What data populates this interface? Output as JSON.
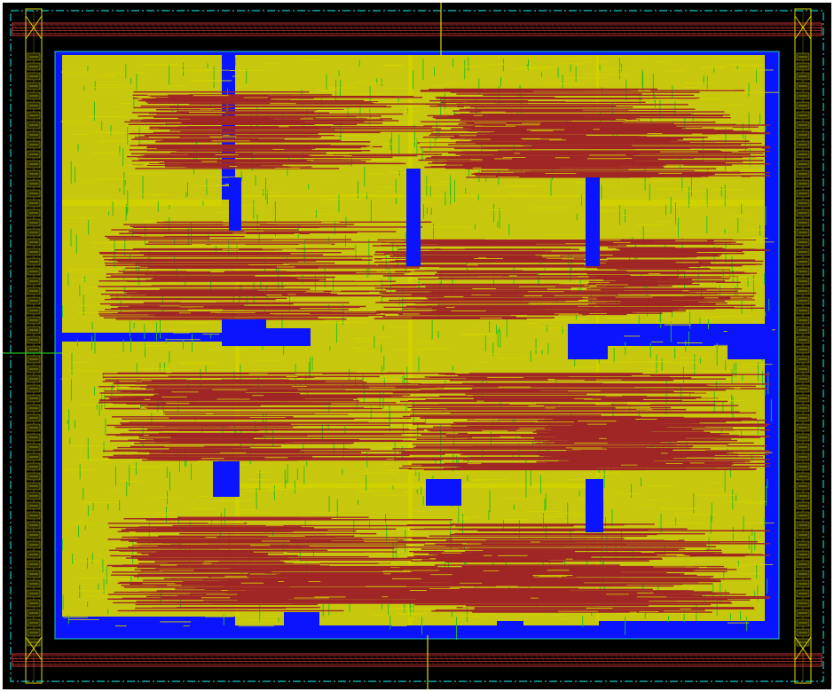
{
  "view": {
    "kind": "chip-layout-render"
  },
  "colors": {
    "background": "#000000",
    "frame": "#ffffff",
    "core_area": "#0a14ff",
    "metal_low": "#a02626",
    "metal_mid": "#d2d200",
    "metal_green": "#20c020",
    "power_ring": "#c83232",
    "io_pad": "#d8d800",
    "boundary_dashed": "#10c8c8",
    "outline": "#20c8c8"
  },
  "rendering": {
    "layers": [
      "core-area",
      "metal-low",
      "metal-mid",
      "metal-green",
      "power-ring",
      "io-pads",
      "boundary"
    ],
    "grid": false
  }
}
